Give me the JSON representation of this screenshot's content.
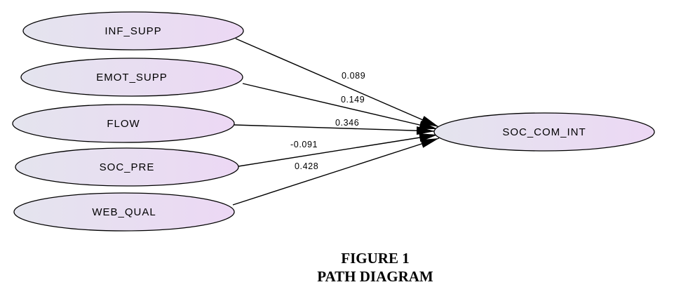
{
  "nodes": {
    "inf_supp": "INF_SUPP",
    "emot_supp": "EMOT_SUPP",
    "flow": "FLOW",
    "soc_pre": "SOC_PRE",
    "web_qual": "WEB_QUAL",
    "soc_com_int": "SOC_COM_INT"
  },
  "paths": {
    "inf_supp": "0.089",
    "emot_supp": "0.149",
    "flow": "0.346",
    "soc_pre": "-0.091",
    "web_qual": "0.428"
  },
  "caption": {
    "line1": "FIGURE 1",
    "line2": "PATH DIAGRAM"
  },
  "colors": {
    "node_fill_left": "#e4e4ee",
    "node_fill_right": "#ecd8f4",
    "stroke": "#000000"
  }
}
